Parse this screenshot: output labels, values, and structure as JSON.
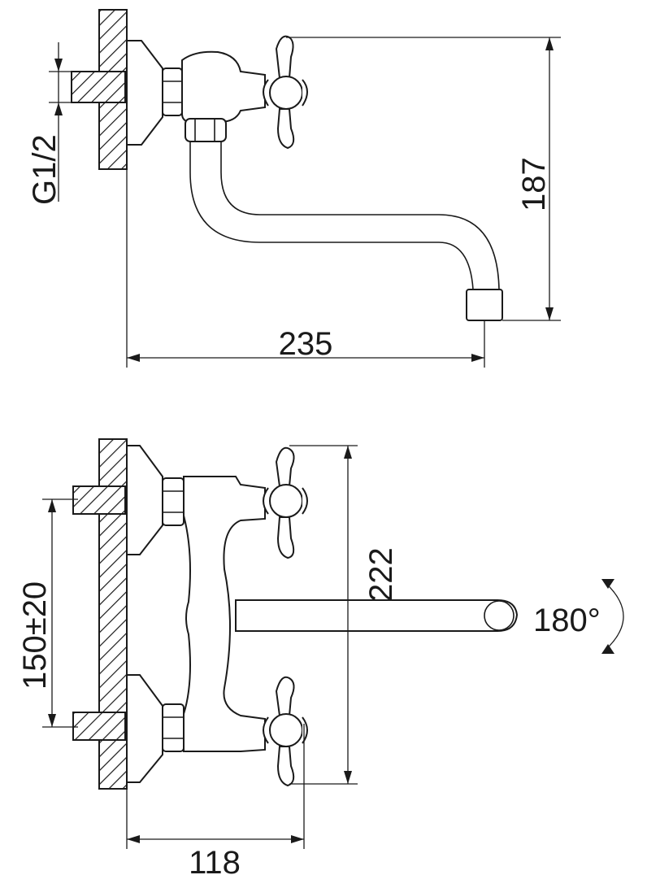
{
  "labels": {
    "thread": "G1/2",
    "height_top": "187",
    "length": "235",
    "height_bottom": "222",
    "centers": "150±20",
    "rotation": "180°",
    "depth": "118"
  },
  "colors": {
    "line": "#1a1a1a",
    "background": "#ffffff"
  }
}
